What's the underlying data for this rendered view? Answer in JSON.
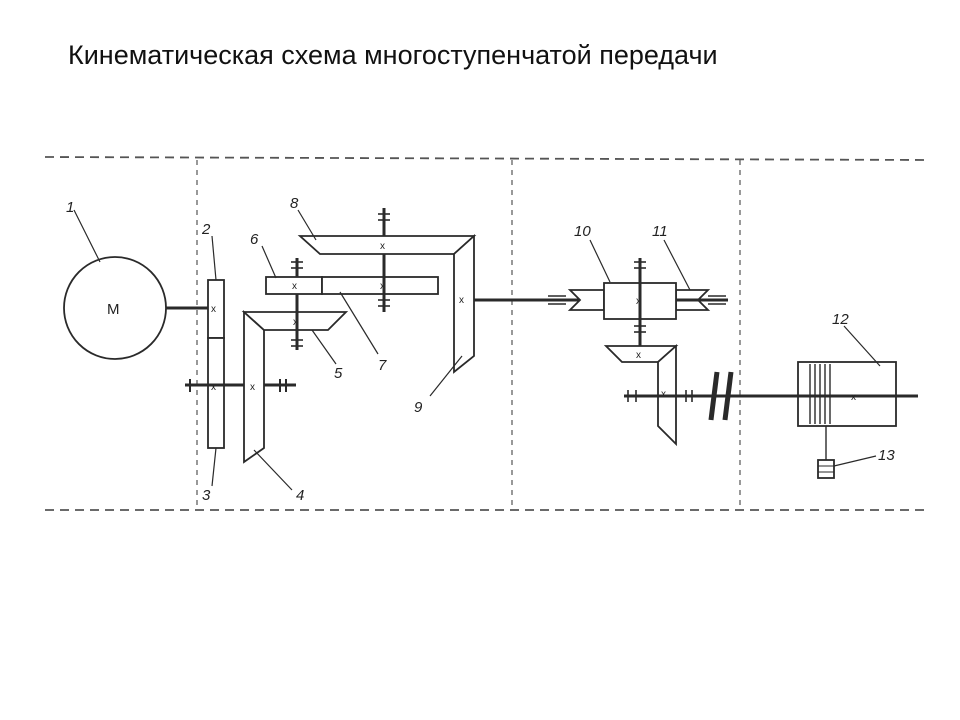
{
  "title": "Кинематическая схема многоступенчатой передачи",
  "motor_label": "M",
  "part_labels": [
    "1",
    "2",
    "3",
    "4",
    "5",
    "6",
    "7",
    "8",
    "9",
    "10",
    "11",
    "12",
    "13"
  ],
  "gear_mark": "x",
  "colors": {
    "line": "#2a2a2a",
    "dash": "#555555",
    "background": "#ffffff"
  }
}
